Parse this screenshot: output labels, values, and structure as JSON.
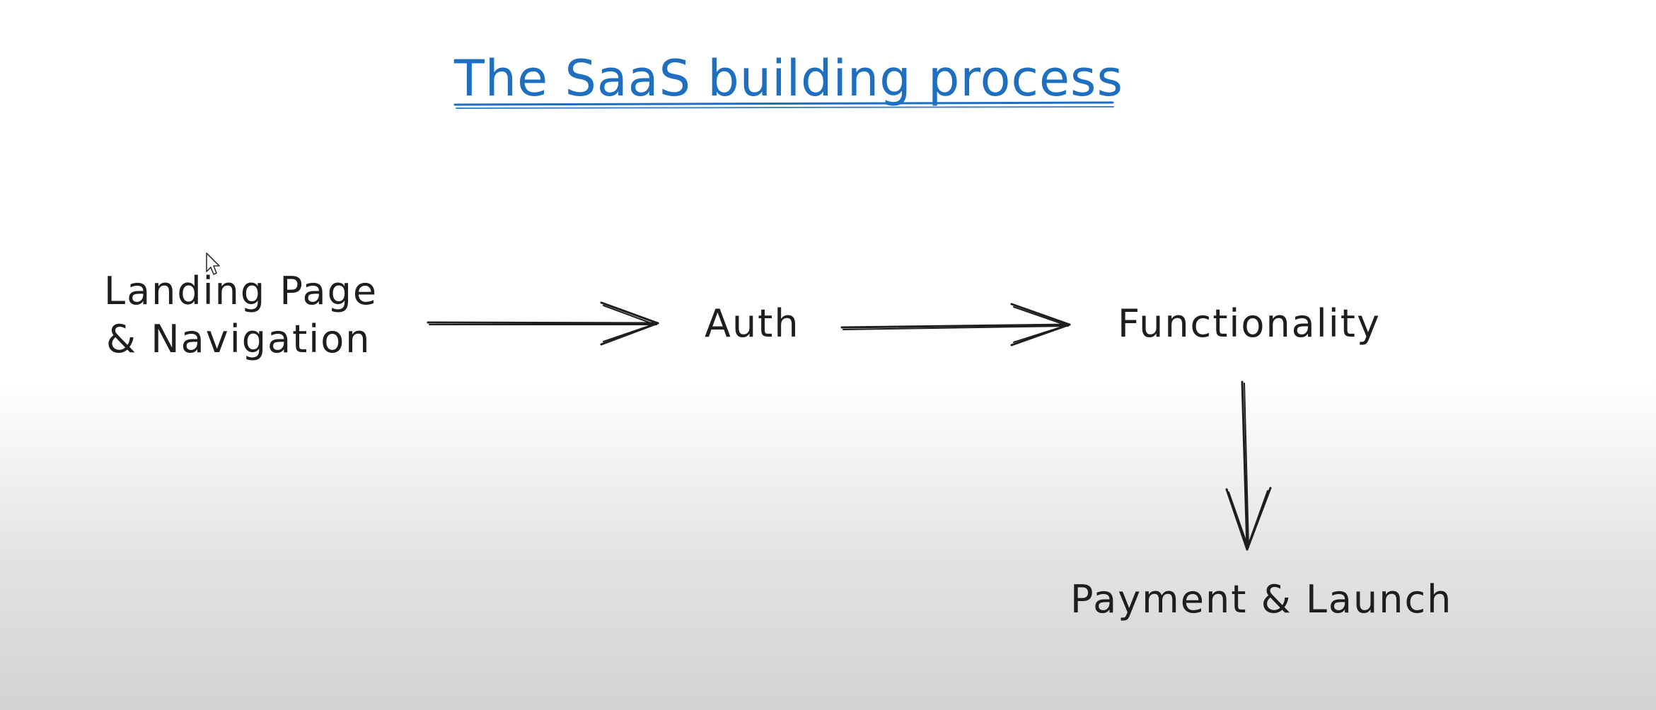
{
  "diagram": {
    "title": "The SaaS building process",
    "nodes": {
      "landing": {
        "line1": "Landing Page",
        "line2": "& Navigation"
      },
      "auth": "Auth",
      "functionality": "Functionality",
      "payment": "Payment & Launch"
    },
    "edges": [
      {
        "from": "Landing Page & Navigation",
        "to": "Auth"
      },
      {
        "from": "Auth",
        "to": "Functionality"
      },
      {
        "from": "Functionality",
        "to": "Payment & Launch"
      }
    ]
  },
  "colors": {
    "title": "#1f6fc0",
    "ink": "#1e1e1e",
    "background_top": "#ffffff",
    "background_bottom": "#d3d3d3"
  },
  "icons": {
    "cursor": "mouse-pointer-icon"
  }
}
